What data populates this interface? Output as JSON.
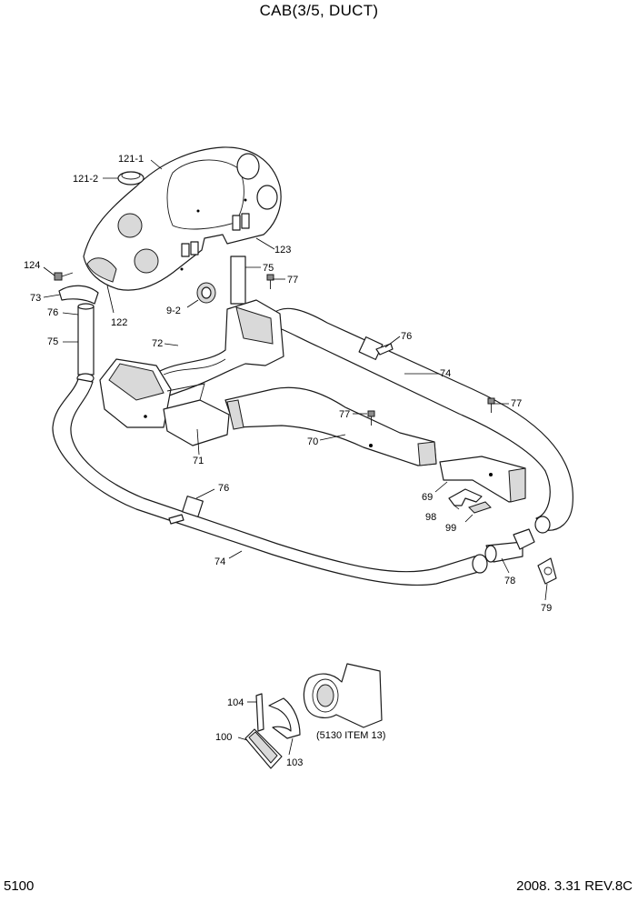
{
  "title": "CAB(3/5, DUCT)",
  "page_number": "5100",
  "revision": "2008. 3.31 REV.8C",
  "reference_note": "(5130 ITEM 13)",
  "callouts": {
    "p121_1": "121-1",
    "p121_2": "121-2",
    "p124": "124",
    "p73": "73",
    "p76_a": "76",
    "p75_a": "75",
    "p122": "122",
    "p9_2": "9-2",
    "p123": "123",
    "p75_b": "75",
    "p77_a": "77",
    "p72": "72",
    "p76_b": "76",
    "p74_a": "74",
    "p77_b": "77",
    "p77_c": "77",
    "p70": "70",
    "p71": "71",
    "p69": "69",
    "p98": "98",
    "p99": "99",
    "p76_c": "76",
    "p74_b": "74",
    "p78": "78",
    "p79": "79",
    "p104": "104",
    "p100": "100",
    "p103": "103"
  }
}
